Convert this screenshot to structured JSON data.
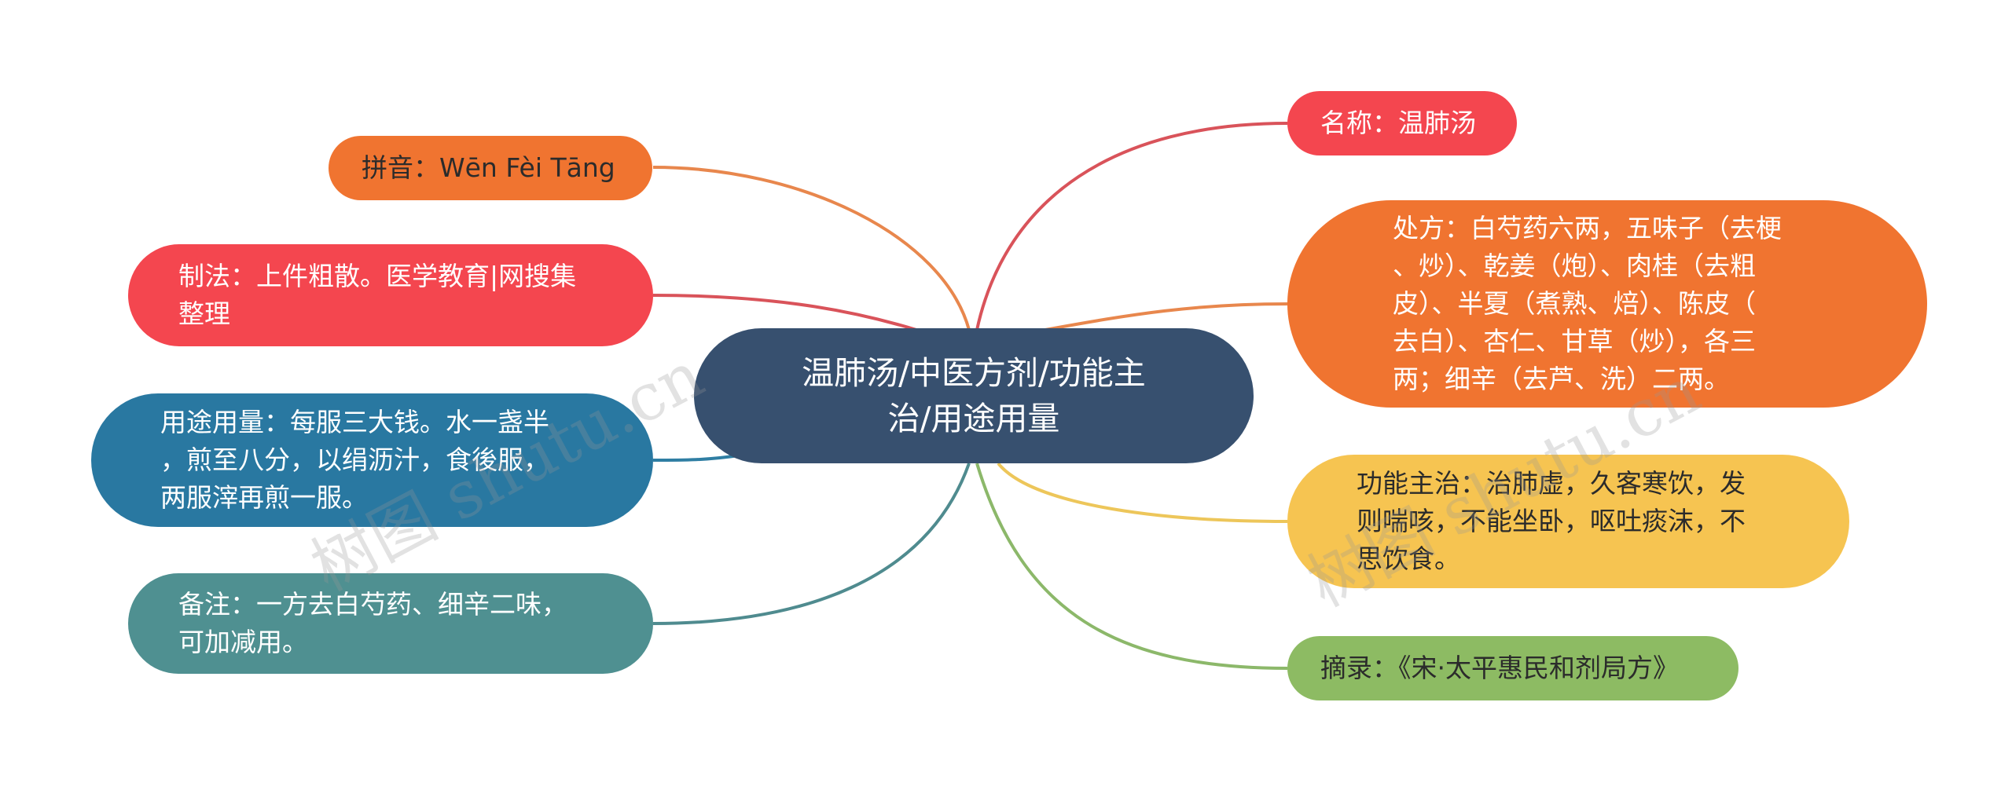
{
  "diagram": {
    "center": {
      "label": "温肺汤/中医方剂/功能主\n治/用途用量"
    },
    "left_nodes": [
      {
        "id": "pinyin",
        "label": "拼音：Wēn Fèi Tāng",
        "color": "#f07430",
        "link_color": "#e8874d"
      },
      {
        "id": "zhifa",
        "label": "制法：上件粗散。医学教育|网搜集\n整理",
        "color": "#f4464f",
        "link_color": "#d9535a"
      },
      {
        "id": "yongtu",
        "label": "用途用量：每服三大钱。水一盏半\n，煎至八分，以绢沥汁，食後服，\n两服滓再煎一服。",
        "color": "#2978a1",
        "link_color": "#2f7ea3"
      },
      {
        "id": "beizhu",
        "label": "备注：一方去白芍药、细辛二味，\n可加减用。",
        "color": "#4f9091",
        "link_color": "#4f8b8f"
      }
    ],
    "right_nodes": [
      {
        "id": "mingcheng",
        "label": "名称：温肺汤",
        "color": "#f4464f",
        "link_color": "#d9535a"
      },
      {
        "id": "chufang",
        "label": "处方：白芍药六两，五味子（去梗\n、炒）、乾姜（炮）、肉桂（去粗\n皮）、半夏（煮熟、焙）、陈皮（\n去白）、杏仁、甘草（炒），各三\n两；细辛（去芦、洗）二两。",
        "color": "#f07430",
        "link_color": "#e8874d"
      },
      {
        "id": "gongneng",
        "label": "功能主治：治肺虚，久客寒饮，发\n则喘咳，不能坐卧，呕吐痰沫，不\n思饮食。",
        "color": "#f6c451",
        "link_color": "#edc65a"
      },
      {
        "id": "zhailu",
        "label": "摘录：《宋·太平惠民和剂局方》",
        "color": "#8dbb63",
        "link_color": "#8cb86a"
      }
    ]
  },
  "watermark": {
    "text": "树图 shutu.cn"
  }
}
